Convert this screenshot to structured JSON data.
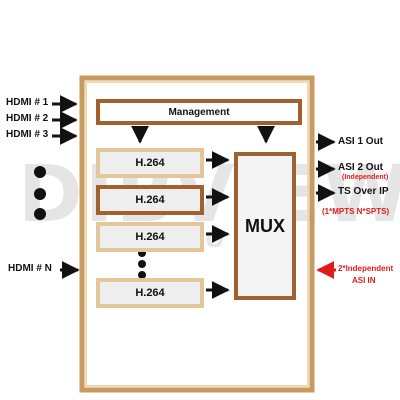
{
  "watermark": {
    "main": "DIBVIEW",
    "sub": "GLO..."
  },
  "inputs": [
    "HDMI # 1",
    "HDMI # 2",
    "HDMI # 3",
    "HDMI # N"
  ],
  "management": "Management",
  "encoders": [
    "H.264",
    "H.264",
    "H.264",
    "H.264"
  ],
  "mux": "MUX",
  "outputs": {
    "asi1": "ASI 1 Out",
    "asi2": "ASI 2 Out",
    "asi2_note": "(Independent)",
    "ts": "TS Over IP",
    "ts_note": "(1*MPTS N*SPTS)",
    "asi_in_line1": "2*Independent",
    "asi_in_line2": "ASI IN"
  },
  "colors": {
    "frame": "#c89a60",
    "frame_inner": "#e8cfa0",
    "box_outline": "#a0612f",
    "note_red": "#e11b1b"
  }
}
